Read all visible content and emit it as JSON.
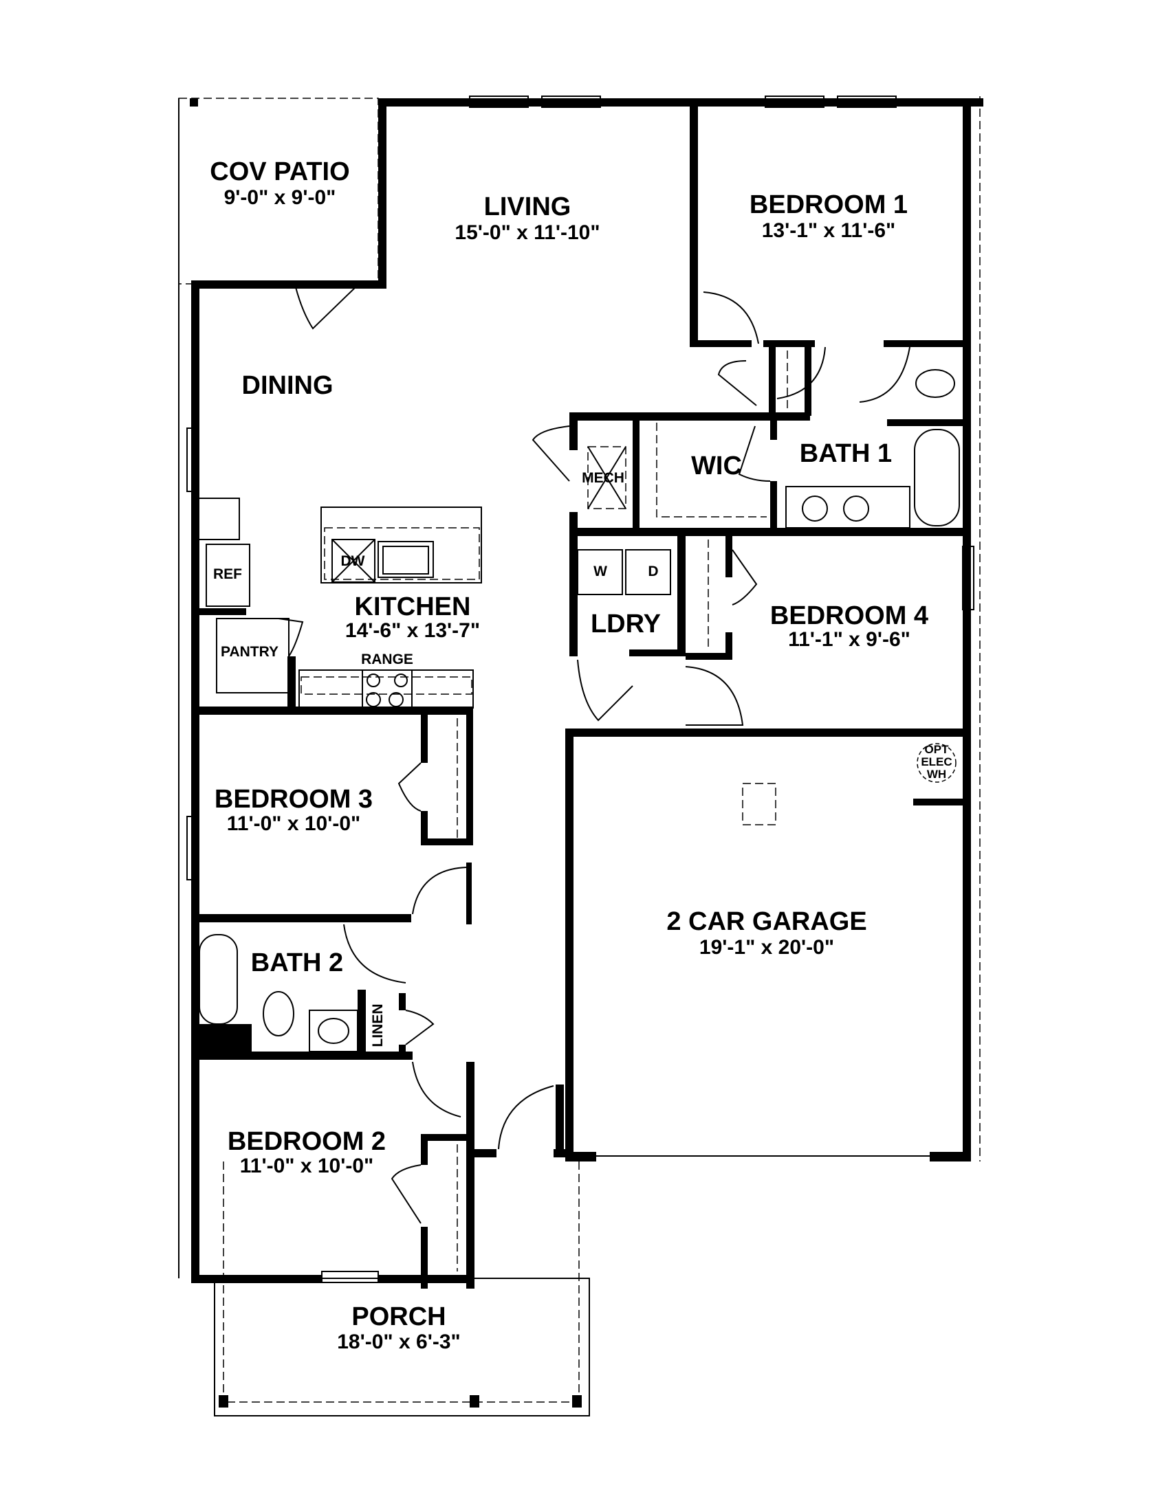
{
  "plan": {
    "rooms": [
      {
        "id": "cov-patio",
        "name": "COV PATIO",
        "dims": "9'-0\" x 9'-0\""
      },
      {
        "id": "living",
        "name": "LIVING",
        "dims": "15'-0\" x 11'-10\""
      },
      {
        "id": "bedroom-1",
        "name": "BEDROOM 1",
        "dims": "13'-1\" x 11'-6\""
      },
      {
        "id": "dining",
        "name": "DINING",
        "dims": ""
      },
      {
        "id": "mech",
        "name": "MECH",
        "dims": ""
      },
      {
        "id": "wic",
        "name": "WIC",
        "dims": ""
      },
      {
        "id": "bath-1",
        "name": "BATH 1",
        "dims": ""
      },
      {
        "id": "kitchen",
        "name": "KITCHEN",
        "dims": "14'-6\" x 13'-7\""
      },
      {
        "id": "ldry",
        "name": "LDRY",
        "dims": ""
      },
      {
        "id": "bedroom-4",
        "name": "BEDROOM 4",
        "dims": "11'-1\" x 9'-6\""
      },
      {
        "id": "bedroom-3",
        "name": "BEDROOM 3",
        "dims": "11'-0\" x 10'-0\""
      },
      {
        "id": "bath-2",
        "name": "BATH 2",
        "dims": ""
      },
      {
        "id": "garage",
        "name": "2 CAR GARAGE",
        "dims": "19'-1\" x 20'-0\""
      },
      {
        "id": "bedroom-2",
        "name": "BEDROOM 2",
        "dims": "11'-0\" x 10'-0\""
      },
      {
        "id": "porch",
        "name": "PORCH",
        "dims": "18'-0\" x 6'-3\""
      }
    ],
    "fixtures": {
      "ref": "REF",
      "dw": "DW",
      "pantry": "PANTRY",
      "range": "RANGE",
      "washer": "W",
      "dryer": "D",
      "linen": "LINEN",
      "wh_line1": "OPT",
      "wh_line2": "ELEC",
      "wh_line3": "WH"
    }
  }
}
